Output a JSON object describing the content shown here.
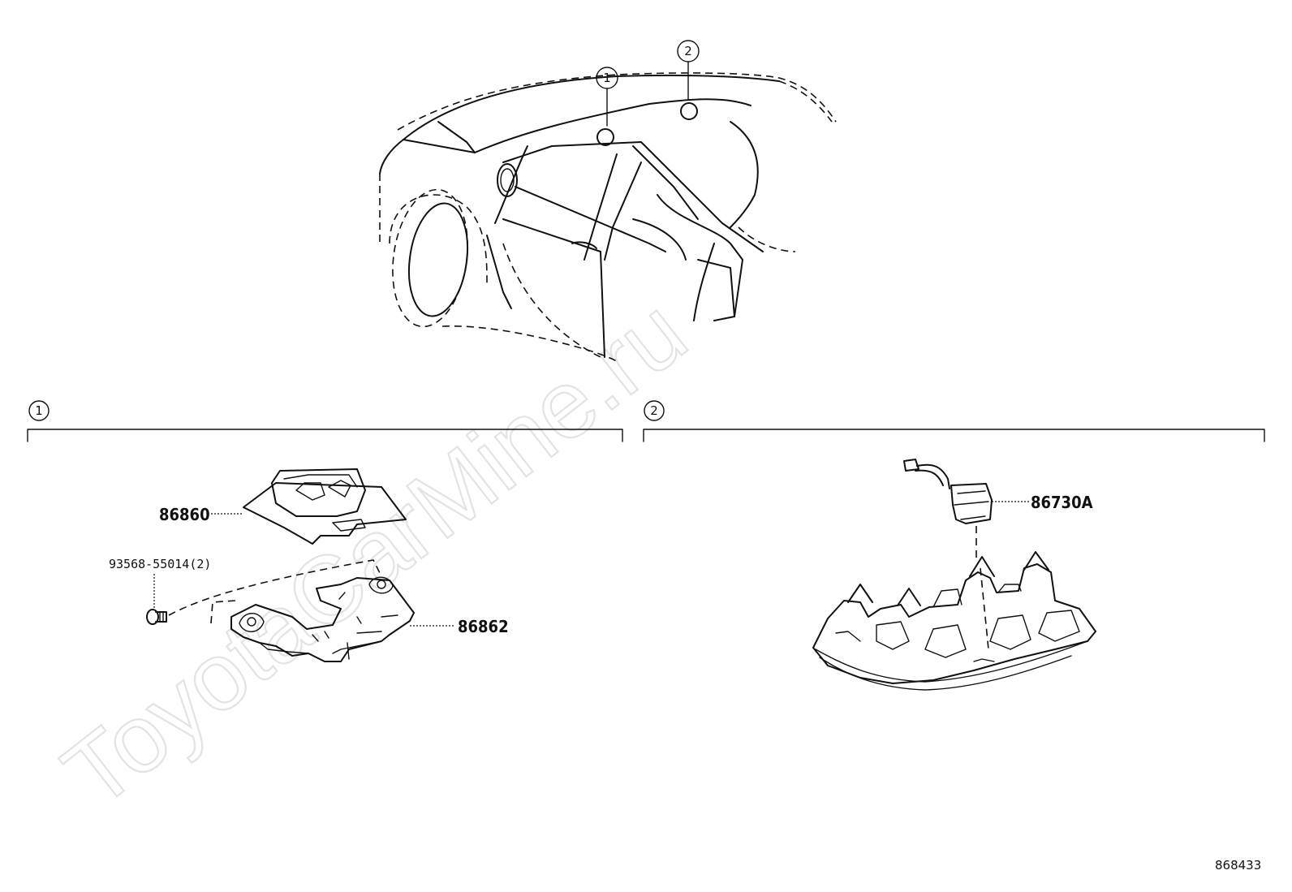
{
  "watermark": "ToyotaCarMine.ru",
  "diagram_ref": "868433",
  "callouts": {
    "overview_1": "1",
    "overview_2": "2",
    "section_1": "1",
    "section_2": "2"
  },
  "parts": {
    "p86860": "86860",
    "p93568": "93568-55014(2)",
    "p86862": "86862",
    "p86730A": "86730A"
  }
}
